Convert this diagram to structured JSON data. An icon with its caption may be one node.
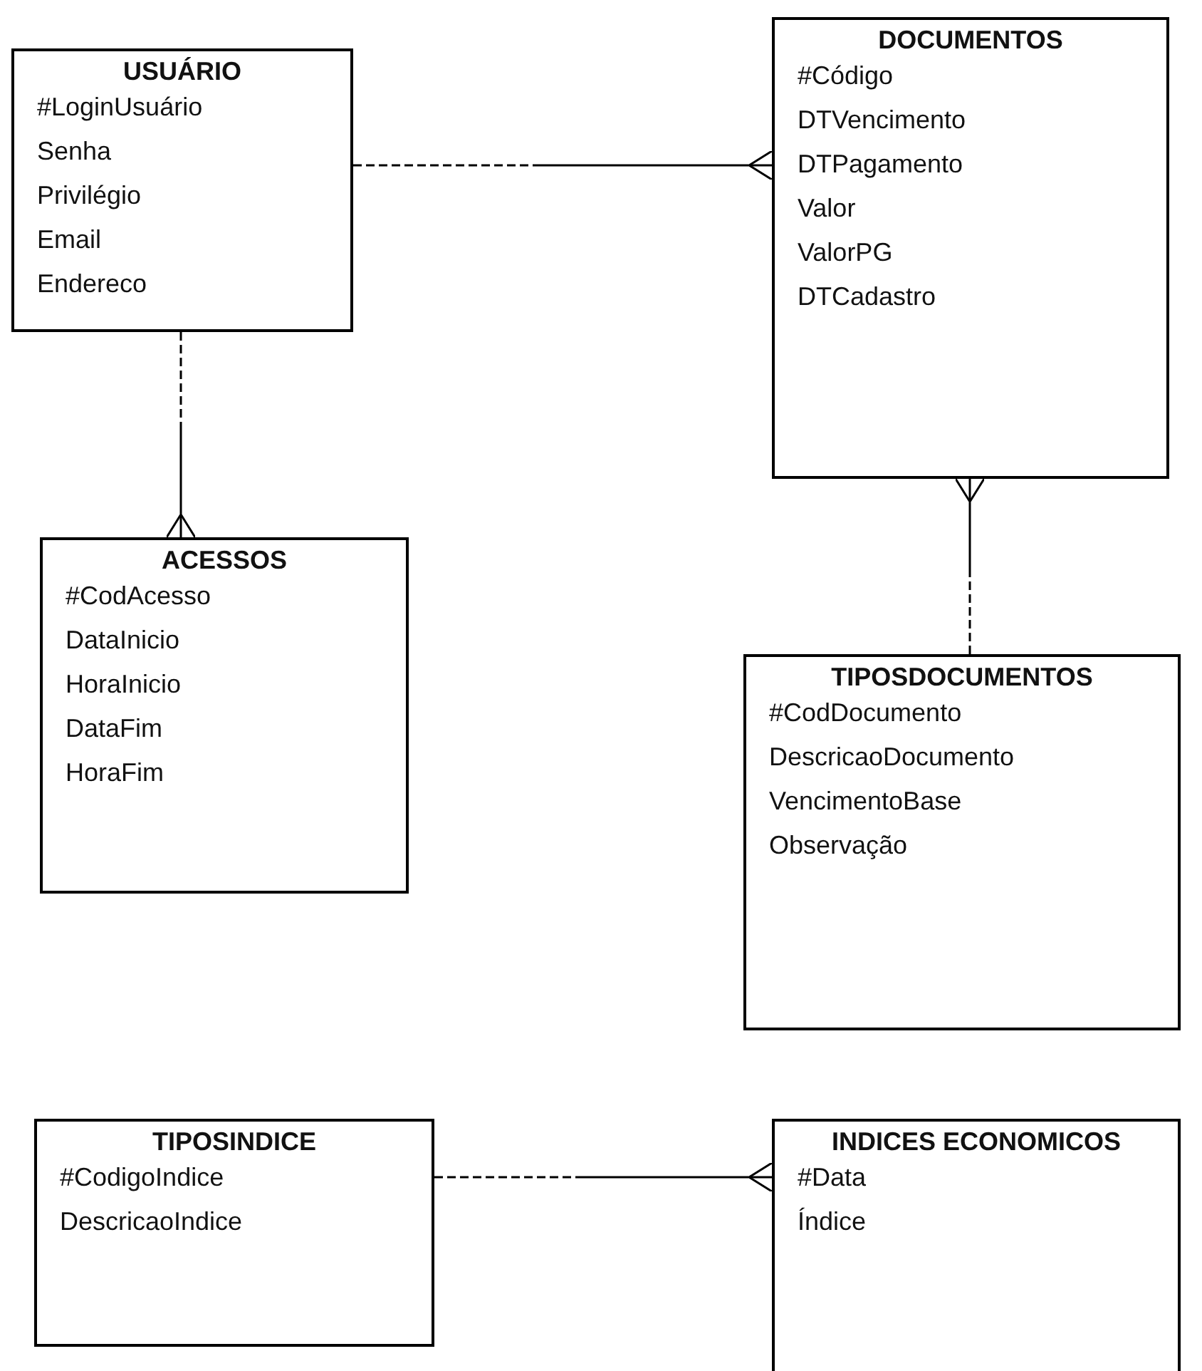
{
  "diagram": {
    "nodes": [
      {
        "text": [
          "USUÁRIO",
          "#LoginUsuário",
          "Senha",
          "Privilégio",
          "Email",
          "Endereco"
        ]
      },
      {
        "text": [
          "DOCUMENTOS",
          "#Código",
          "DTVencimento",
          "DTPagamento",
          "Valor",
          "ValorPG",
          "DTCadastro"
        ]
      },
      {
        "text": [
          "ACESSOS",
          "#CodAcesso",
          "DataInicio",
          "HoraInicio",
          "DataFim",
          "HoraFim"
        ]
      },
      {
        "text": [
          "TIPOSDOCUMENTOS",
          "#CodDocumento",
          "DescricaoDocumento",
          "VencimentoBase",
          "Observação"
        ]
      },
      {
        "text": [
          "TIPOSINDICE",
          "#CodigoIndice",
          "DescricaoIndice"
        ]
      },
      {
        "text": [
          "INDICES ECONOMICOS",
          "#Data",
          "Índice"
        ]
      }
    ],
    "edges": [
      {
        "from": 0,
        "to": 1,
        "arrow": "other"
      },
      {
        "from": 0,
        "to": 2,
        "arrow": "other"
      },
      {
        "from": 3,
        "to": 1,
        "arrow": "other"
      },
      {
        "from": 4,
        "to": 5,
        "arrow": "other"
      }
    ]
  }
}
